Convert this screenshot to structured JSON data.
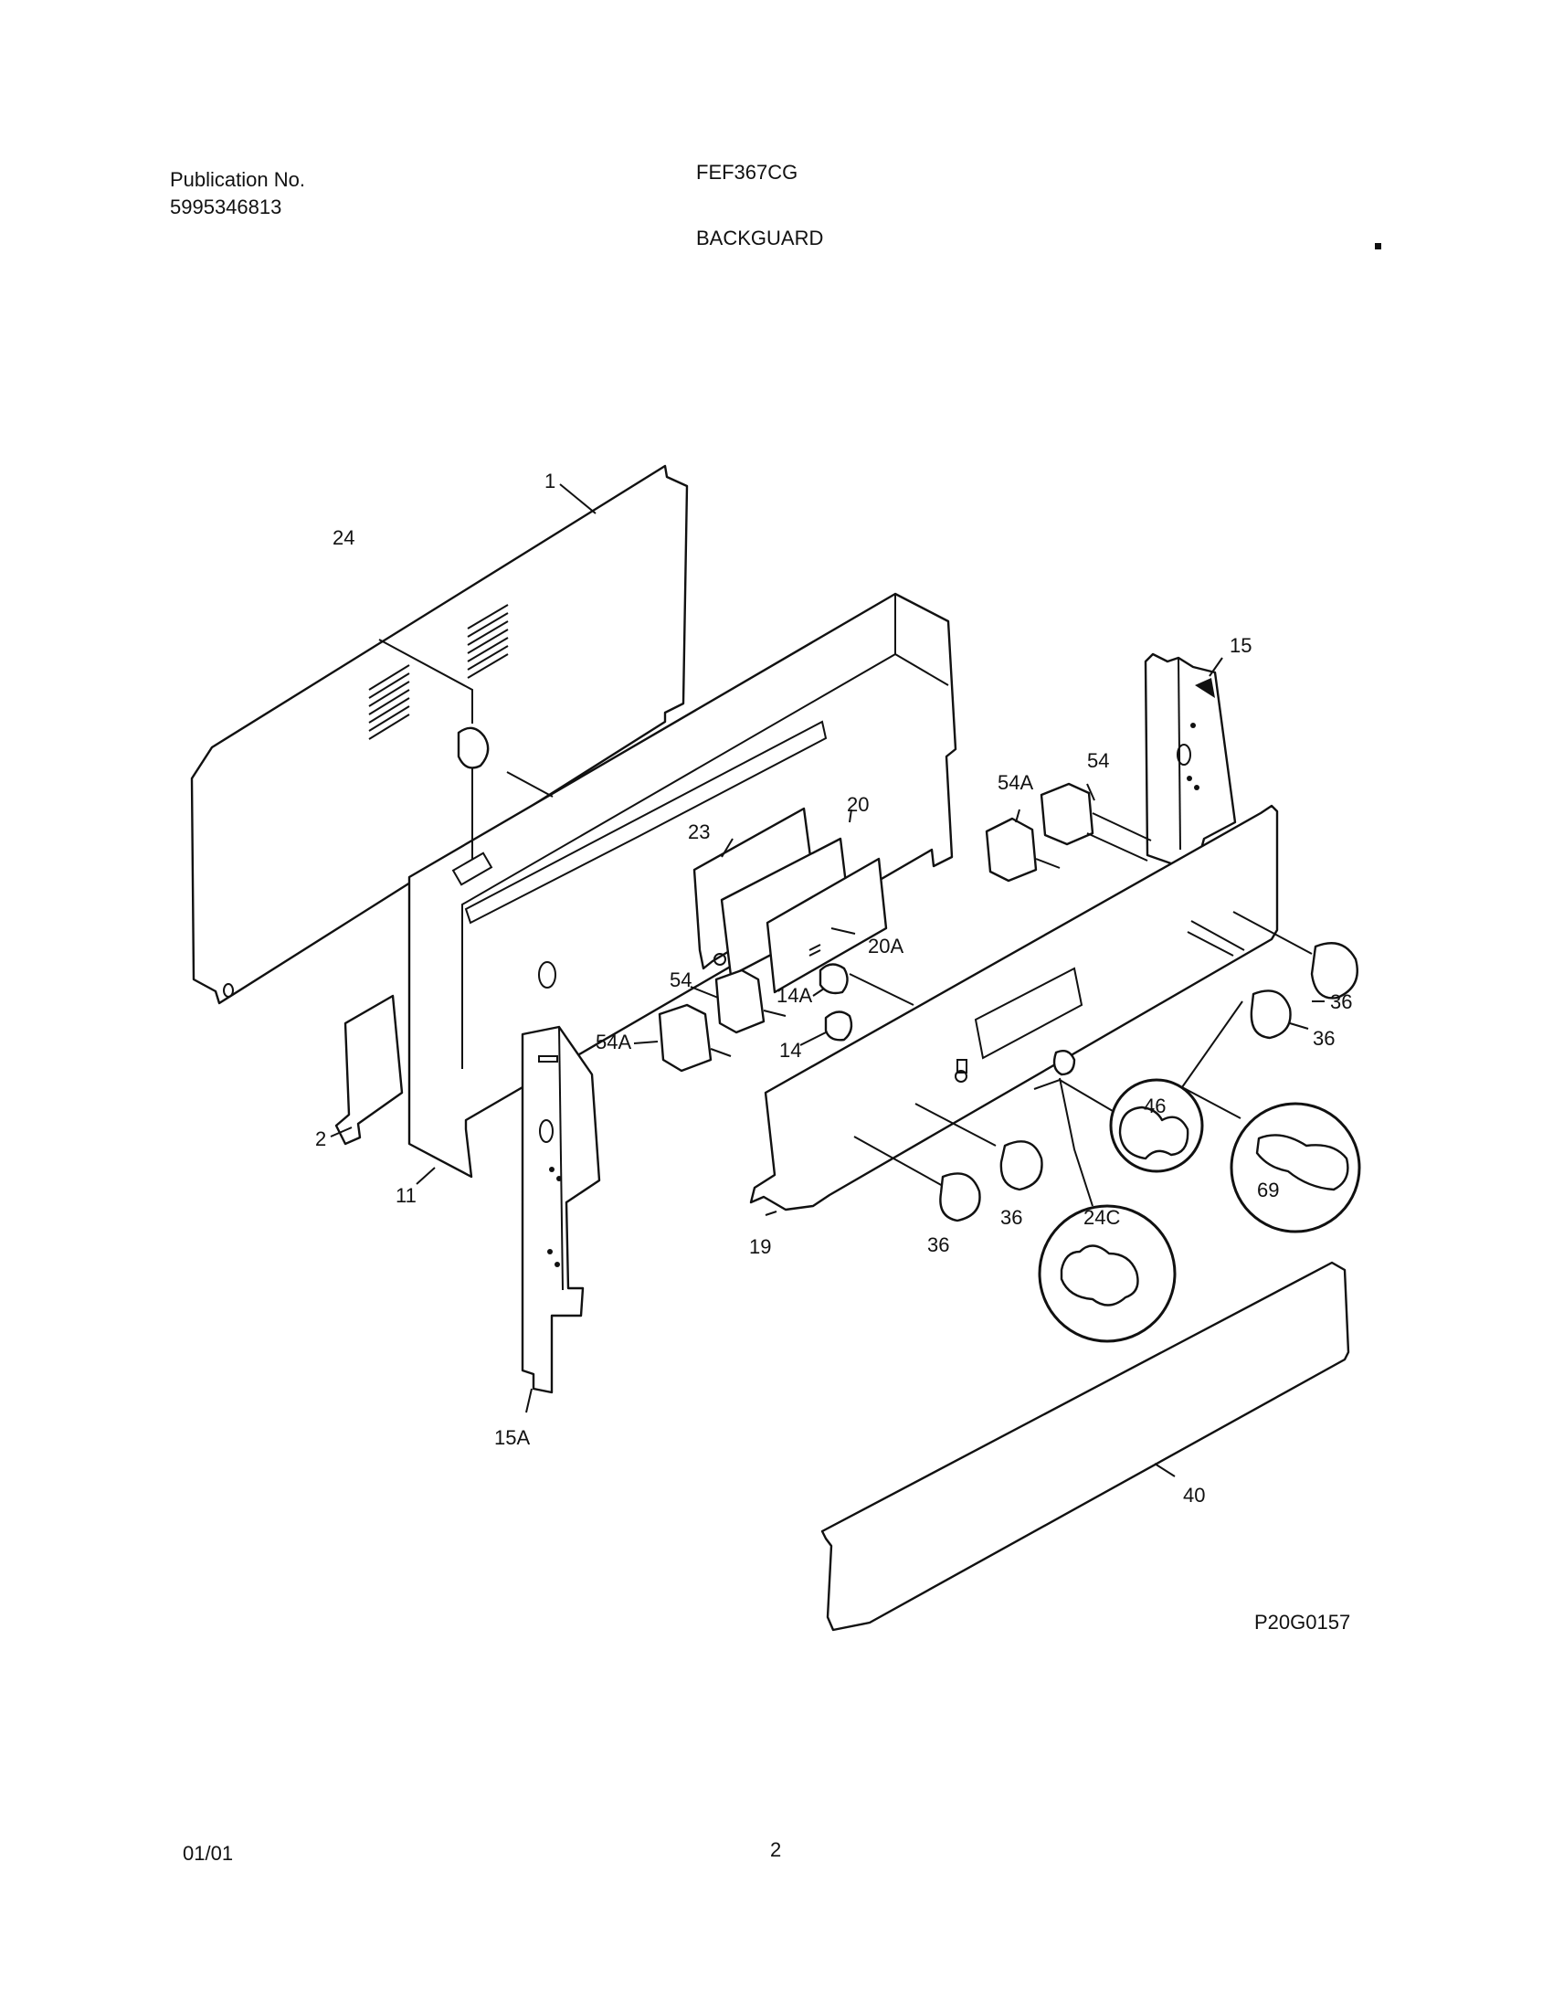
{
  "header": {
    "publication_label": "Publication No.",
    "publication_number": "5995346813",
    "model": "FEF367CG",
    "section_title": "BACKGUARD"
  },
  "diagram": {
    "callouts": [
      "1",
      "24",
      "15",
      "54A",
      "54",
      "20",
      "23",
      "20A",
      "54",
      "14A",
      "14",
      "54A",
      "36",
      "36",
      "46",
      "69",
      "24C",
      "36",
      "36",
      "19",
      "2",
      "11",
      "15A",
      "40"
    ],
    "figure_code": "P20G0157"
  },
  "footer": {
    "date": "01/01",
    "page": "2"
  }
}
